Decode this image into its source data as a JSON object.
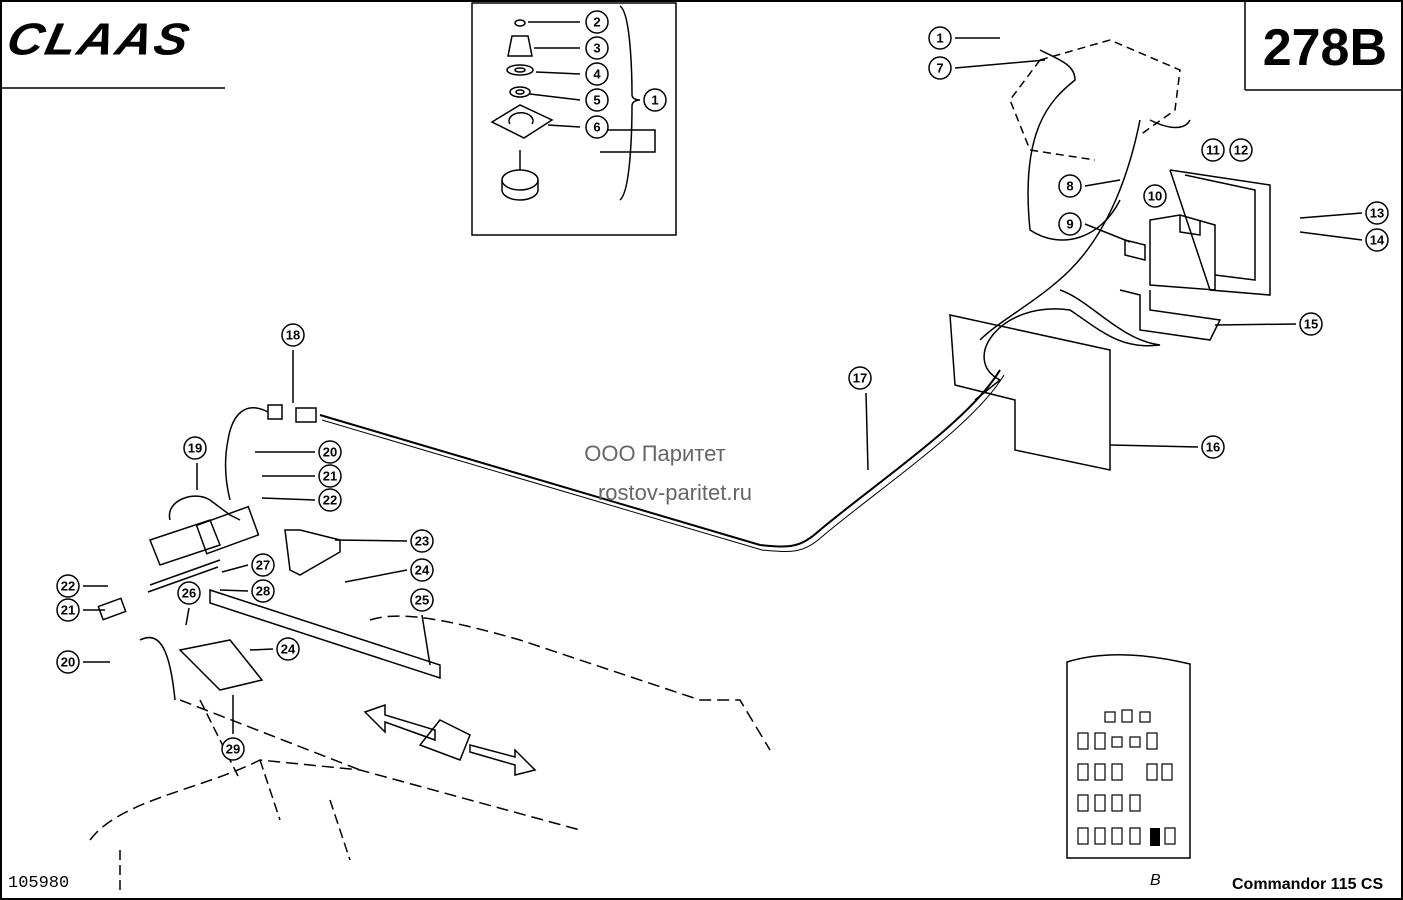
{
  "header": {
    "brand": "CLAAS",
    "page_code": "278B"
  },
  "watermark": {
    "line1": "ООО Паритет",
    "line2": "rostov-paritet.ru"
  },
  "footer": {
    "document_number": "105980",
    "model": "Commandor 115 CS",
    "view_label": "B"
  },
  "callouts": [
    "1",
    "2",
    "3",
    "4",
    "5",
    "6",
    "1",
    "7",
    "8",
    "9",
    "10",
    "11",
    "12",
    "13",
    "14",
    "15",
    "16",
    "17",
    "18",
    "19",
    "20",
    "21",
    "22",
    "23",
    "24",
    "25",
    "26",
    "27",
    "28",
    "29",
    "20",
    "21",
    "22",
    "24"
  ]
}
